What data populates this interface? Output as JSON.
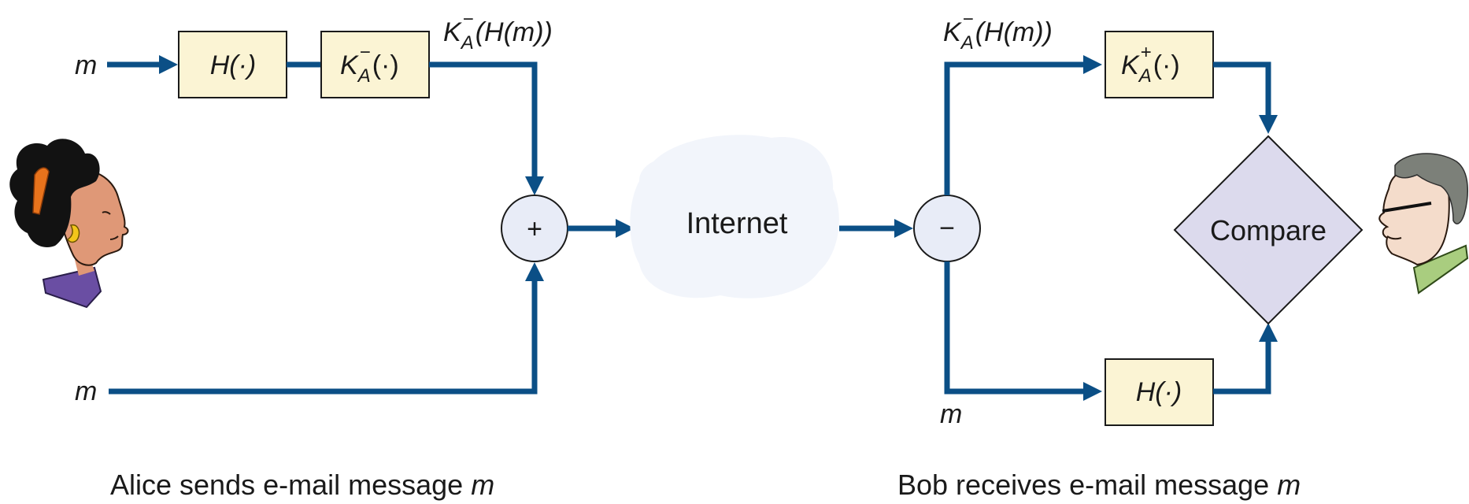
{
  "alice": {
    "input_top": "m",
    "input_bottom": "m",
    "hash_box": "H(·)",
    "sign_box_main": "K",
    "sign_box_sub": "A",
    "sign_box_sup": "−",
    "sign_box_arg": "(·)",
    "output_label_main": "K",
    "output_label_sub": "A",
    "output_label_sup": "−",
    "output_label_arg": "(H(m))",
    "combine_symbol": "+",
    "caption_text": "Alice sends e-mail message ",
    "caption_var": "m"
  },
  "network": {
    "label": "Internet"
  },
  "bob": {
    "split_symbol": "−",
    "input_label_main": "K",
    "input_label_sub": "A",
    "input_label_sup": "−",
    "input_label_arg": "(H(m))",
    "bottom_label": "m",
    "verify_box_main": "K",
    "verify_box_sub": "A",
    "verify_box_sup": "+",
    "verify_box_arg": "(·)",
    "hash_box": "H(·)",
    "compare_label": "Compare",
    "caption_text": "Bob receives e-mail message ",
    "caption_var": "m"
  },
  "colors": {
    "wire": "#0b4f86",
    "box_fill": "#fbf4d4",
    "operator_fill": "#e8ecf7",
    "compare_fill": "#dcdaed",
    "cloud_fill": "#f2f5fb"
  }
}
